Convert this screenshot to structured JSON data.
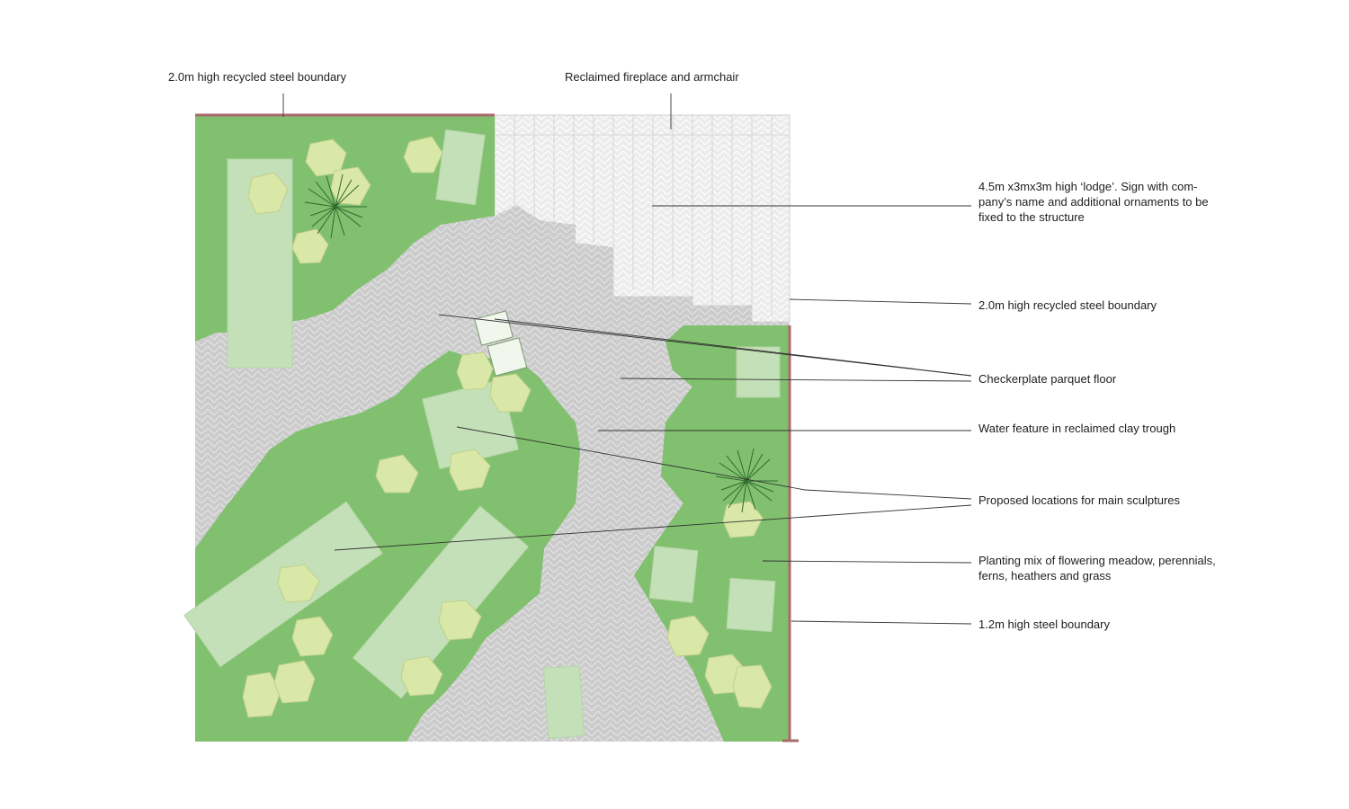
{
  "labels": {
    "boundary_top_left": "2.0m high recycled steel boundary",
    "fireplace": "Reclaimed fireplace and armchair",
    "lodge": "4.5m x3mx3m high ‘lodge’. Sign with com-pany’s name and additional ornaments to be fixed to the structure",
    "boundary_right": "2.0m high recycled steel boundary",
    "parquet_floor": "Checkerplate parquet floor",
    "water_feature": "Water feature in reclaimed clay trough",
    "sculptures": "Proposed locations for main sculptures",
    "planting": "Planting mix of flowering meadow, perennials, ferns, heathers and grass",
    "steel_boundary_low": "1.2m high steel boundary"
  },
  "colors": {
    "lawn": "#80c06e",
    "parquet": "#c9c9c9",
    "lodge_floor": "#e6e6e6",
    "boundary": "#a86a6a",
    "sculpture_pad": "#c2deb6",
    "shrub": "#d9e6a7",
    "leader_line": "#333333"
  }
}
